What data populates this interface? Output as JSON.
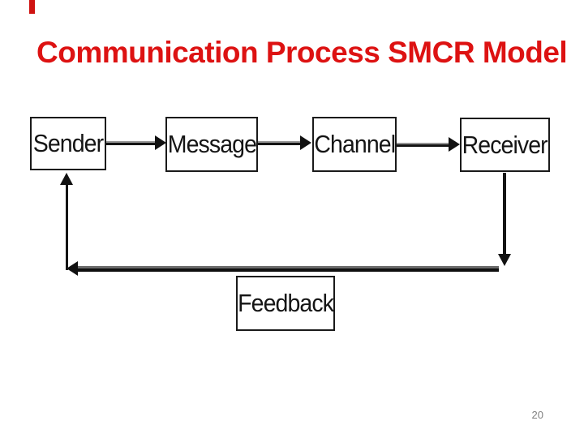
{
  "slide": {
    "title": "Communication Process SMCR Model",
    "title_color": "#dd1212",
    "accent_mark_color": "#cf1311",
    "page_number": "20",
    "page_number_color": "#7f7f7f",
    "background_color": "#ffffff"
  },
  "diagram": {
    "type": "flowchart",
    "nodes": [
      {
        "id": "sender",
        "label": "Sender"
      },
      {
        "id": "message",
        "label": "Message"
      },
      {
        "id": "channel",
        "label": "Channel"
      },
      {
        "id": "receiver",
        "label": "Receiver"
      },
      {
        "id": "feedback",
        "label": "Feedback"
      }
    ],
    "connections": [
      {
        "from": "Sender",
        "to": "Message",
        "direction": "right"
      },
      {
        "from": "Message",
        "to": "Channel",
        "direction": "right"
      },
      {
        "from": "Channel",
        "to": "Receiver",
        "direction": "right"
      },
      {
        "from": "Receiver",
        "to": "Sender",
        "direction": "down-left-up",
        "meaning": "feedback loop"
      }
    ],
    "line_color": "#141414",
    "box_border_color": "#1a1a1a"
  }
}
